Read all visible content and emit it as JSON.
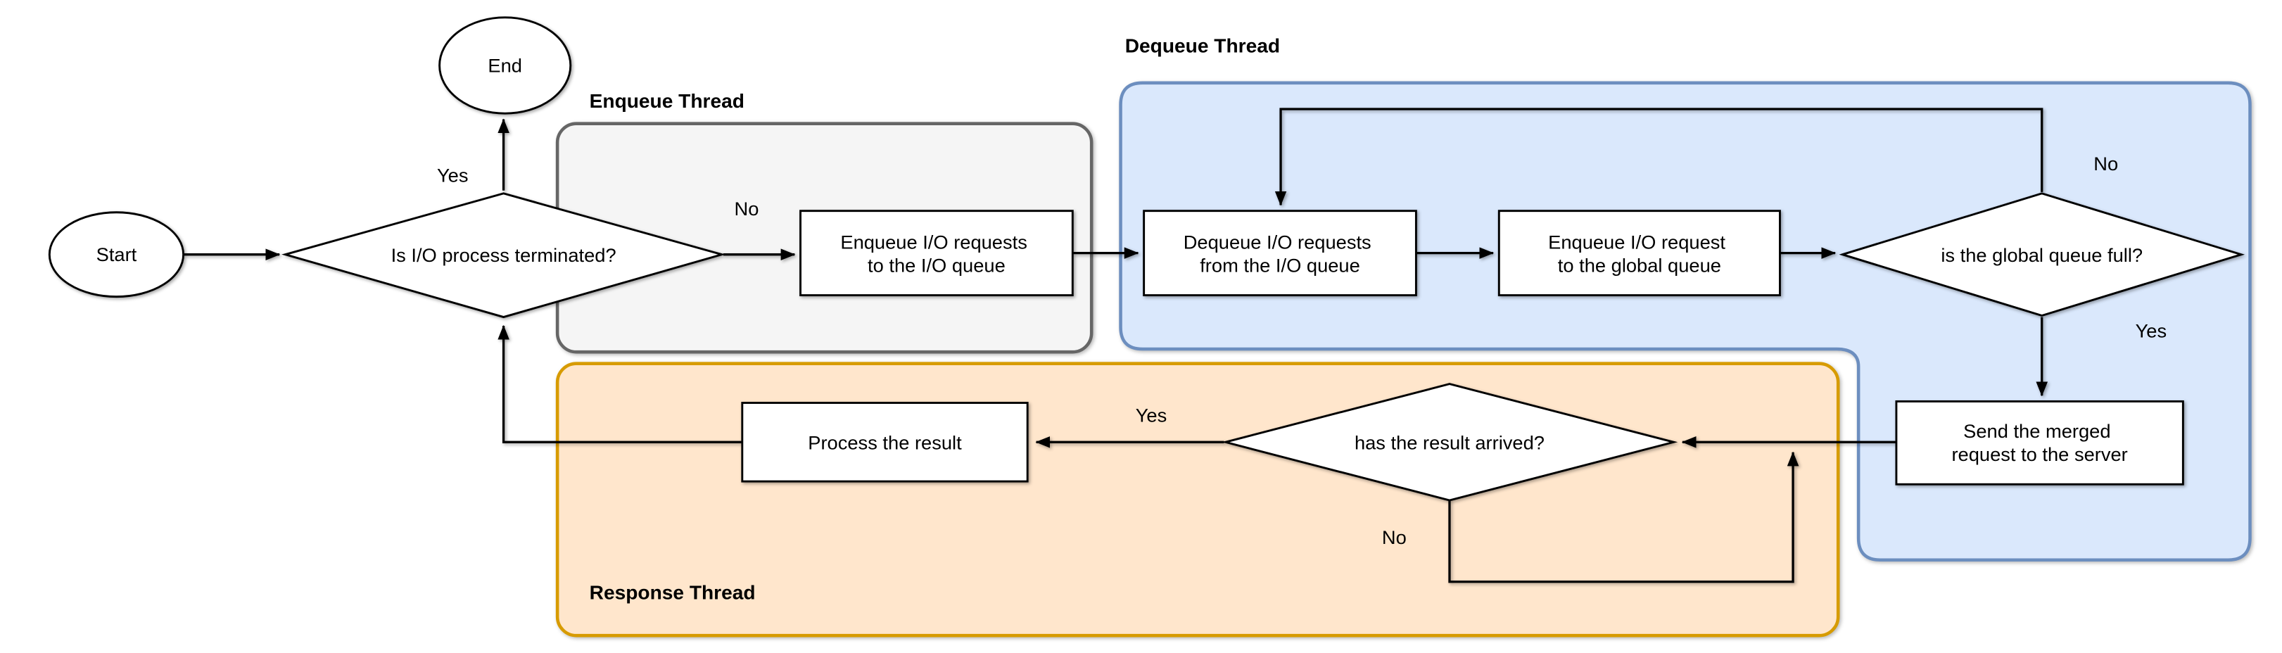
{
  "diagram": {
    "title_semantic": "I/O request processing flowchart",
    "colors": {
      "background": "#ffffff",
      "node_fill": "#ffffff",
      "node_stroke": "#000000",
      "edge_color": "#000000",
      "gray_container_fill": "#f5f5f5",
      "gray_container_stroke": "#666666",
      "blue_container_fill": "#dae8fc",
      "blue_container_stroke": "#6c8ebf",
      "orange_container_fill": "#ffe6cc",
      "orange_container_stroke": "#d79b00"
    },
    "containers": {
      "enqueue_thread": {
        "label": "Enqueue Thread"
      },
      "dequeue_thread": {
        "label": "Dequeue Thread"
      },
      "response_thread": {
        "label": "Response Thread"
      }
    },
    "nodes": {
      "start": {
        "label": "Start",
        "shape": "ellipse"
      },
      "end": {
        "label": "End",
        "shape": "ellipse"
      },
      "terminated_decision": {
        "label": "Is I/O process terminated?",
        "shape": "diamond"
      },
      "enqueue_io": {
        "line1": "Enqueue I/O requests",
        "line2": "to the I/O queue",
        "shape": "rect"
      },
      "dequeue_io": {
        "line1": "Dequeue I/O requests",
        "line2": "from the I/O queue",
        "shape": "rect"
      },
      "enqueue_global": {
        "line1": "Enqueue I/O request",
        "line2": "to the global queue",
        "shape": "rect"
      },
      "global_full_decision": {
        "label": "is the global queue full?",
        "shape": "diamond"
      },
      "send_merged": {
        "line1": "Send the merged",
        "line2": "request to the server",
        "shape": "rect"
      },
      "result_arrived_decision": {
        "label": "has the result arrived?",
        "shape": "diamond"
      },
      "process_result": {
        "label": "Process the result",
        "shape": "rect"
      }
    },
    "edge_labels": {
      "terminated_yes": "Yes",
      "terminated_no": "No",
      "global_full_no": "No",
      "global_full_yes": "Yes",
      "result_yes": "Yes",
      "result_no": "No"
    }
  }
}
